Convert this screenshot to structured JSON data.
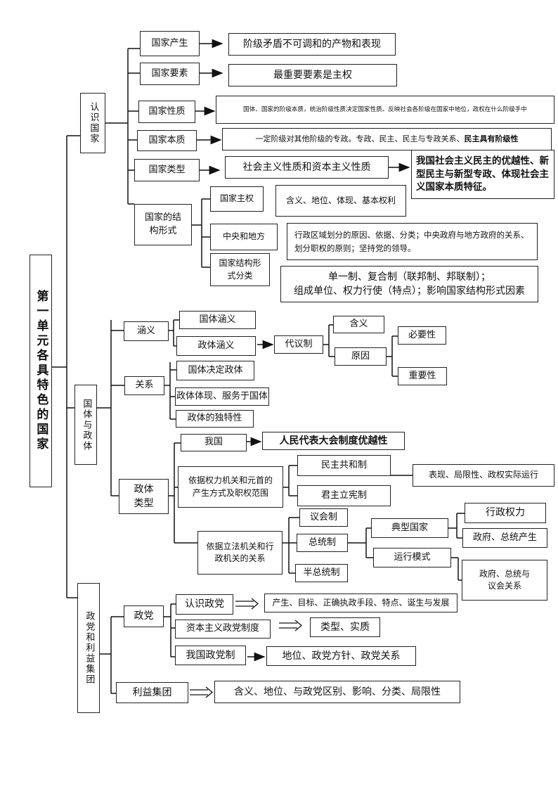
{
  "title": "第一单元各具特色的国家",
  "s1": {
    "head": "认识国家",
    "chansheng": "国家产生",
    "chansheng_d": "阶级矛盾不可调和的产物和表现",
    "yaosu": "国家要素",
    "yaosu_d": "最重要要素是主权",
    "xingzhi": "国家性质",
    "xingzhi_d": "国体、国家的阶级本质，统治阶级性质决定国家性质。反映社会各阶级在国家中地位，政权在什么阶级手中",
    "benzhi": "国家本质",
    "benzhi_d1": "一定阶级对其他阶级的专政。专政、民主、民主与专政关系、",
    "benzhi_d2": "民主具有阶级性",
    "leixing": "国家类型",
    "leixing_d": "社会主义性质和资本主义性质",
    "leixing_d2": "我国社会主义民主的优越性、新型民主与新型专政、体现社会主义国家本质特征。",
    "jiegou": "国家的结构形式",
    "zhuquan": "国家主权",
    "zhuquan_d": "含义、地位、体现、基本权利",
    "zhongyang": "中央和地方",
    "zhongyang_d": "行政区域划分的原因、依据、分类；中央政府与地方政府的关系、划分职权的原则；坚持党的领导。",
    "fenlei": "国家结构形式分类",
    "fenlei_d1": "单一制、复合制（联邦制、邦联制）；",
    "fenlei_d2": "组成单位、权力行使（特点）；影响国家结构形式因素"
  },
  "s2": {
    "head": "国体与政体",
    "hanyi": "涵义",
    "guoti_hanyi": "国体涵义",
    "zhengti_hanyi": "政体涵义",
    "daiyi": "代议制",
    "hanyi2": "含义",
    "yuanyin": "原因",
    "biyao": "必要性",
    "zhongyao": "重要性",
    "guanxi": "关系",
    "jueding": "国体决定政体",
    "fuwu": "政体体现、服务于国体",
    "dute": "政体的独特性",
    "leixing": "政体类型",
    "woguo": "我国",
    "woguo_d": "人民代表大会制度优越性",
    "yiju1": "依据权力机关和元首的产生方式及职权范围",
    "minzhu": "民主共和制",
    "junzhu": "君主立宪制",
    "biaoxian": "表现、局限性、政权实际运行",
    "yiju2": "依据立法机关和行政机关的关系",
    "yihui": "议会制",
    "zongtong": "总统制",
    "banzongtong": "半总统制",
    "dianxing": "典型国家",
    "yunxing": "运行模式",
    "xingzheng": "行政权力",
    "zhengfu": "政府、总统产生",
    "yihuiguanxi": "政府、总统与议会关系"
  },
  "s3": {
    "head": "政党和利益集团",
    "zhengdang": "政党",
    "renshi": "认识政党",
    "renshi_d": "产生、目标、正确执政手段、特点、诞生与发展",
    "zibenzhuyi": "资本主义政党制度",
    "zibenzhuyi_d": "类型、实质",
    "woguo": "我国政党制",
    "woguo_d": "地位、政党方针、政党关系",
    "liyi": "利益集团",
    "liyi_d": "含义、地位、与政党区别、影响、分类、局限性"
  }
}
